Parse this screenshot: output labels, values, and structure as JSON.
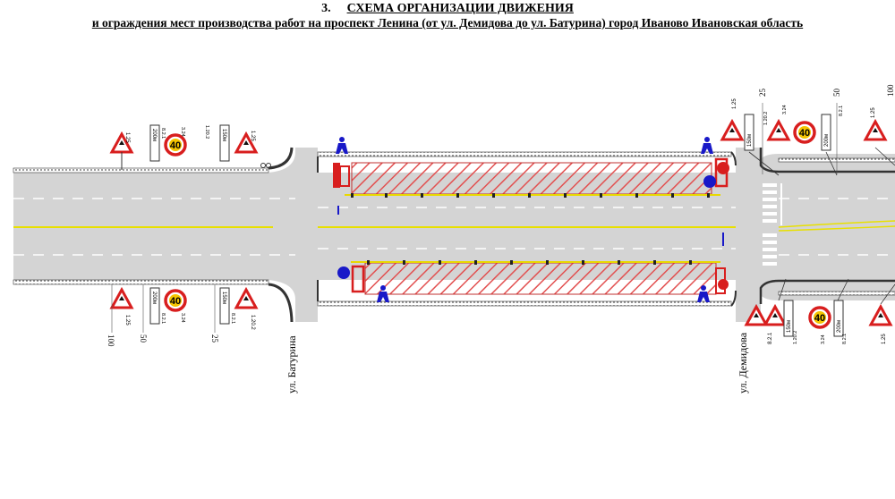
{
  "title": {
    "number": "3.",
    "line1": "СХЕМА ОРГАНИЗАЦИИ ДВИЖЕНИЯ",
    "line2": "и ограждения мест производства  работ на проспект Ленина (от ул. Демидова до ул. Батурина) город Иваново Ивановская область"
  },
  "streets": {
    "baturina": "ул. Батурина",
    "demidova": "ул. Демидова"
  },
  "distances": {
    "top_right": [
      "25",
      "50",
      "100"
    ],
    "bottom_left": [
      "100",
      "50",
      "25"
    ]
  },
  "signs": {
    "speed_limit": "40",
    "sign_codes": {
      "road_works": "1.25",
      "narrowing": "1.20.2",
      "speed": "3.24",
      "distance": "8.2.1"
    },
    "plates": {
      "d150": "150м",
      "d200": "200м"
    }
  },
  "colors": {
    "road": "#d4d4d4",
    "lane_marking": "#ffffff",
    "center_line": "#e8e000",
    "work_zone_hatch": "#e25050",
    "barrier": "#e8d800",
    "sign_red": "#d81e1e",
    "sign_yellow": "#f5c400",
    "worker_blue": "#1818c8"
  }
}
